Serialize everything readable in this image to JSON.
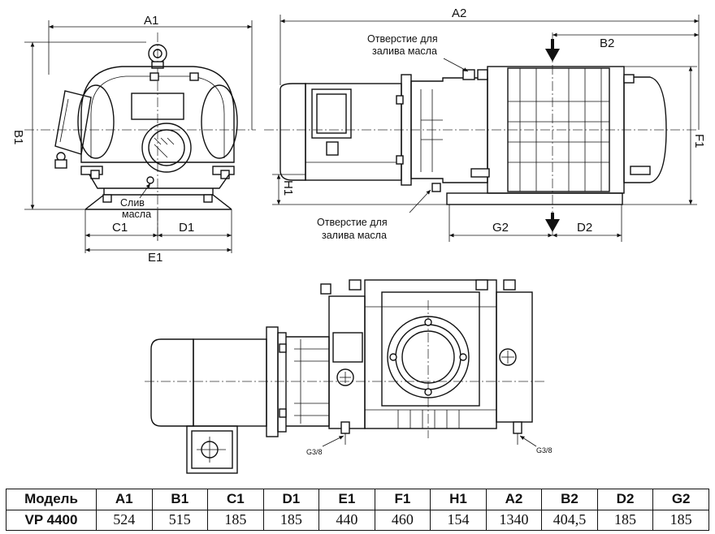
{
  "dimension_labels": {
    "A1": "A1",
    "B1": "B1",
    "C1": "C1",
    "D1": "D1",
    "E1": "E1",
    "A2": "A2",
    "B2": "B2",
    "F1": "F1",
    "H1": "H1",
    "G2": "G2",
    "D2": "D2"
  },
  "notes": {
    "oil_fill_top_line1": "Отверстие для",
    "oil_fill_top_line2": "залива масла",
    "oil_fill_bottom_line1": "Отверстие для",
    "oil_fill_bottom_line2": "залива масла",
    "oil_drain_line1": "Слив",
    "oil_drain_line2": "масла",
    "port_left": "G3/8",
    "port_right": "G3/8"
  },
  "spec_table": {
    "headers": [
      "Модель",
      "A1",
      "B1",
      "C1",
      "D1",
      "E1",
      "F1",
      "H1",
      "A2",
      "B2",
      "D2",
      "G2"
    ],
    "rows": [
      [
        "VP 4400",
        "524",
        "515",
        "185",
        "185",
        "440",
        "460",
        "154",
        "1340",
        "404,5",
        "185",
        "185"
      ]
    ]
  }
}
